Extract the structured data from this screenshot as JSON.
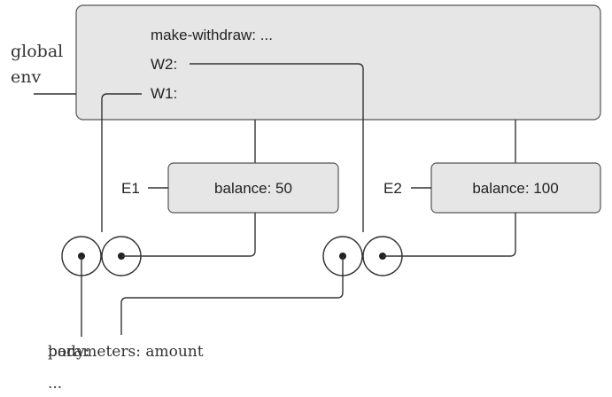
{
  "global_env": {
    "label_line1": "global",
    "label_line2": "env",
    "bindings": {
      "make_withdraw": "make-withdraw: ...",
      "w2": "W2:",
      "w1": "W1:"
    }
  },
  "frames": {
    "e1": {
      "name": "E1",
      "binding": "balance: 50"
    },
    "e2": {
      "name": "E2",
      "binding": "balance: 100"
    }
  },
  "procedure_object": {
    "parameters": "parameters: amount",
    "body": "body:",
    "body_ellipsis": "..."
  }
}
